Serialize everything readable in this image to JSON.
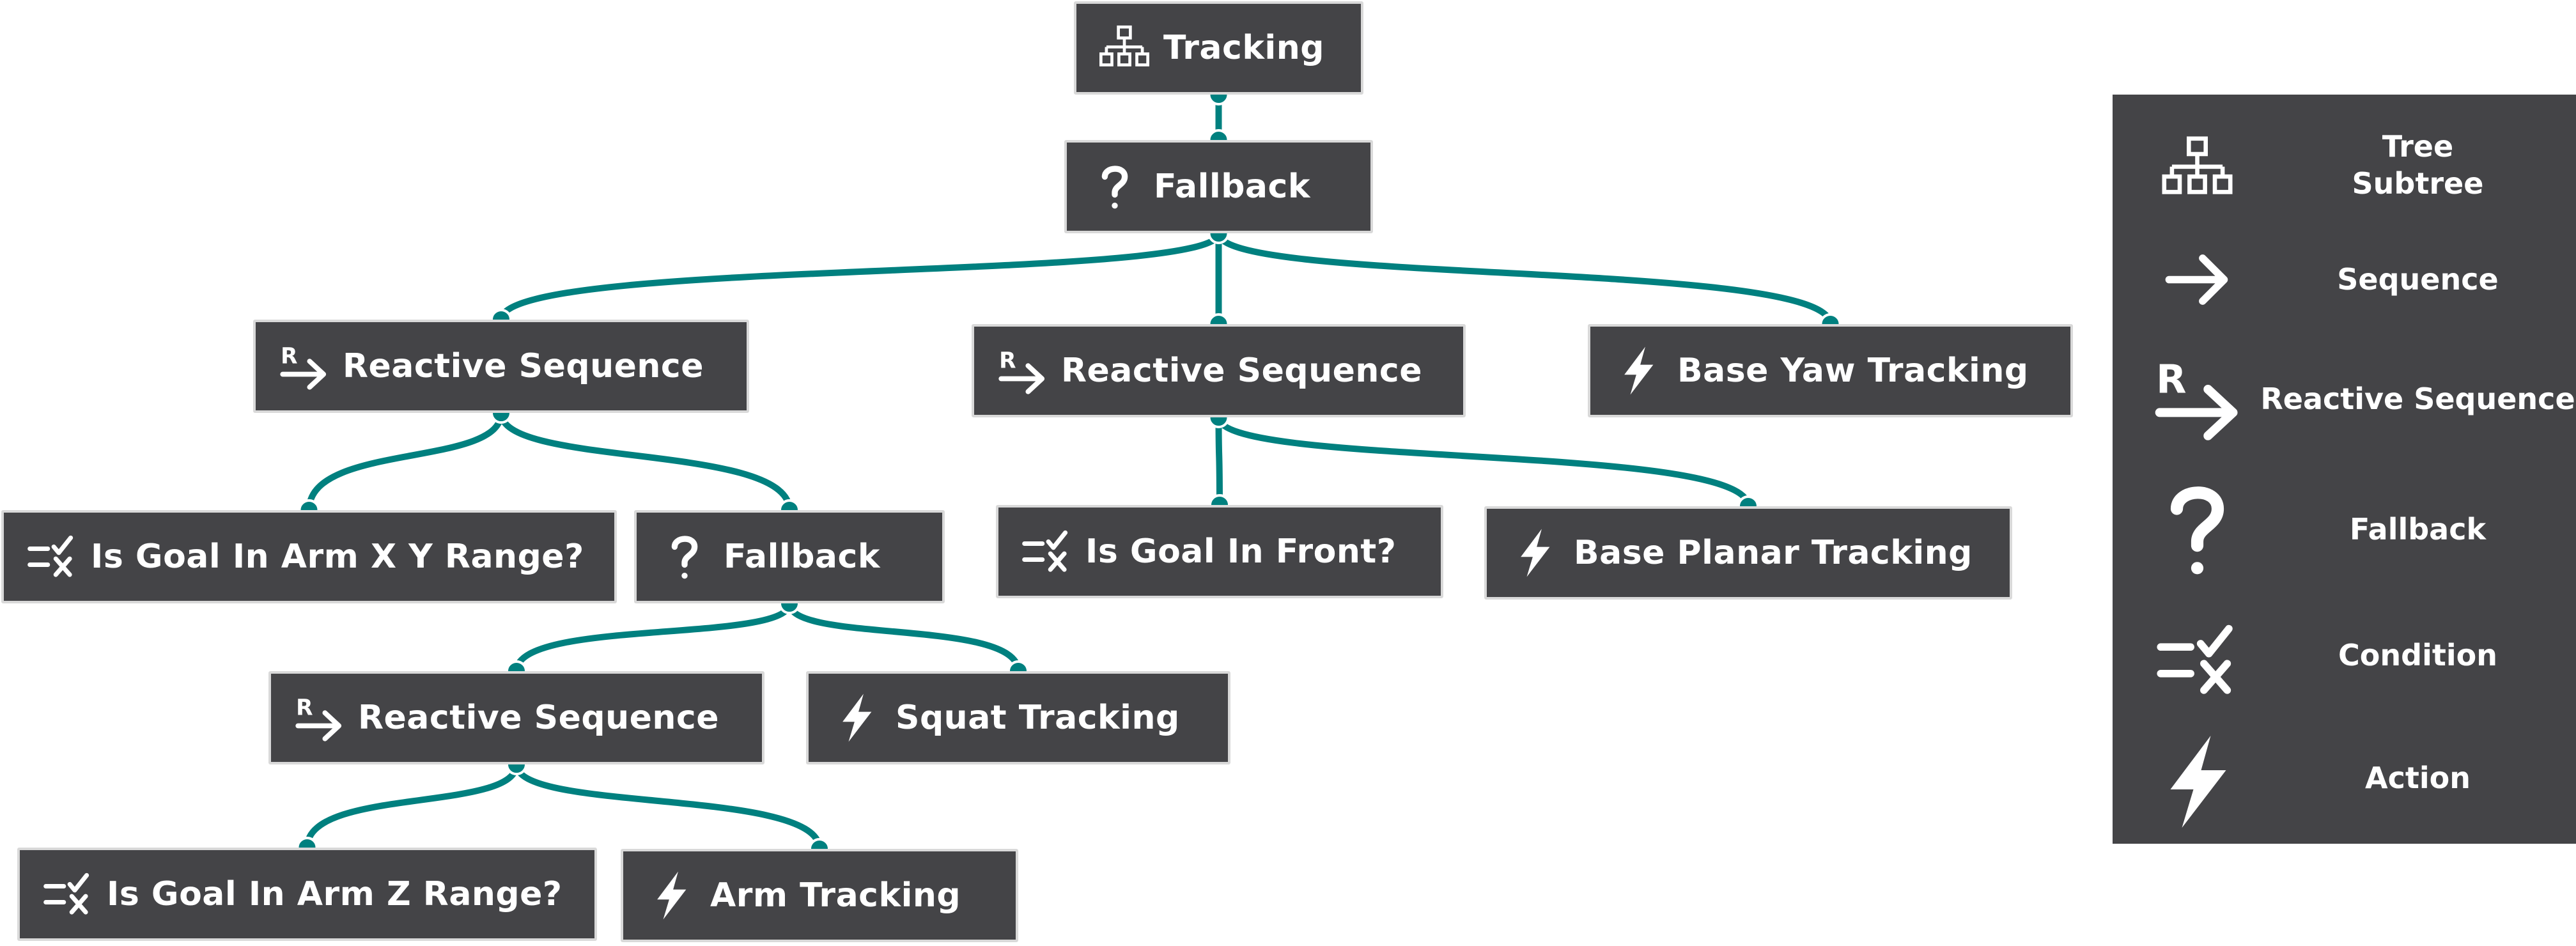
{
  "colors": {
    "node_bg": "#444447",
    "node_border": "#d9d9d9",
    "link": "#00807f",
    "legend_bg": "#444447",
    "text": "#ffffff"
  },
  "nodes": {
    "tracking": {
      "label": "Tracking",
      "icon": "tree-subtree-icon"
    },
    "fallback_root": {
      "label": "Fallback",
      "icon": "fallback-icon"
    },
    "reactive_left": {
      "label": "Reactive Sequence",
      "icon": "reactive-sequence-icon"
    },
    "reactive_mid": {
      "label": "Reactive Sequence",
      "icon": "reactive-sequence-icon"
    },
    "base_yaw": {
      "label": "Base Yaw Tracking",
      "icon": "action-icon"
    },
    "goal_arm_xy": {
      "label": "Is Goal In Arm X Y Range?",
      "icon": "condition-icon"
    },
    "fallback_inner": {
      "label": "Fallback",
      "icon": "fallback-icon"
    },
    "goal_front": {
      "label": "Is Goal In Front?",
      "icon": "condition-icon"
    },
    "base_planar": {
      "label": "Base Planar Tracking",
      "icon": "action-icon"
    },
    "reactive_low": {
      "label": "Reactive Sequence",
      "icon": "reactive-sequence-icon"
    },
    "squat": {
      "label": "Squat Tracking",
      "icon": "action-icon"
    },
    "goal_arm_z": {
      "label": "Is Goal In Arm Z Range?",
      "icon": "condition-icon"
    },
    "arm": {
      "label": "Arm Tracking",
      "icon": "action-icon"
    }
  },
  "edges": [
    [
      "tracking",
      "fallback_root"
    ],
    [
      "fallback_root",
      "reactive_left"
    ],
    [
      "fallback_root",
      "reactive_mid"
    ],
    [
      "fallback_root",
      "base_yaw"
    ],
    [
      "reactive_left",
      "goal_arm_xy"
    ],
    [
      "reactive_left",
      "fallback_inner"
    ],
    [
      "reactive_mid",
      "goal_front"
    ],
    [
      "reactive_mid",
      "base_planar"
    ],
    [
      "fallback_inner",
      "reactive_low"
    ],
    [
      "fallback_inner",
      "squat"
    ],
    [
      "reactive_low",
      "goal_arm_z"
    ],
    [
      "reactive_low",
      "arm"
    ]
  ],
  "legend": [
    {
      "label": "Tree\nSubtree",
      "icon": "tree-subtree-icon"
    },
    {
      "label": "Sequence",
      "icon": "sequence-icon"
    },
    {
      "label": "Reactive Sequence",
      "icon": "reactive-sequence-icon"
    },
    {
      "label": "Fallback",
      "icon": "fallback-icon"
    },
    {
      "label": "Condition",
      "icon": "condition-icon"
    },
    {
      "label": "Action",
      "icon": "action-icon"
    }
  ]
}
